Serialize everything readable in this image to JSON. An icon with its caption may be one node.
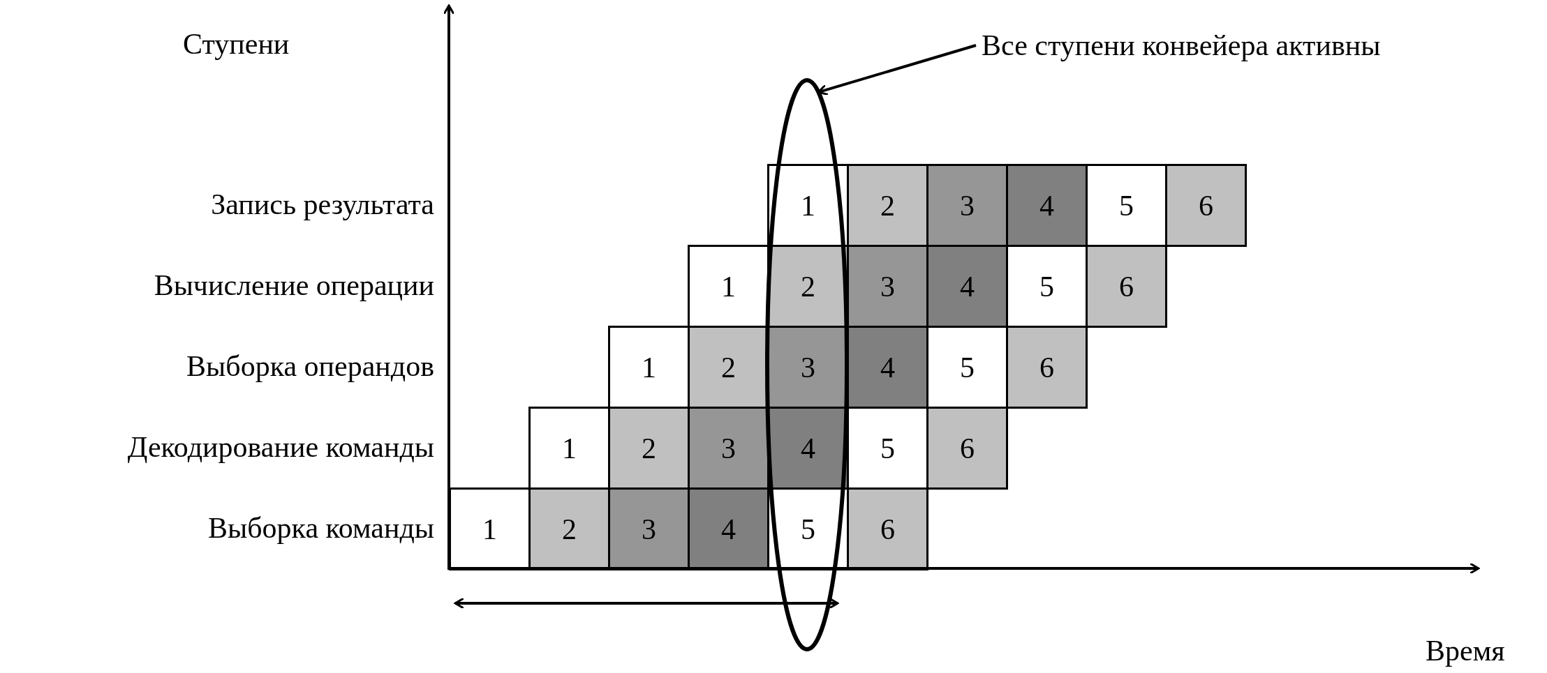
{
  "diagram": {
    "nodes": [
      {
        "text": [
          "Все ступени конвейера активны"
        ]
      },
      {
        "text": [],
        "shape": "ellipse"
      }
    ],
    "edges": [
      {
        "from": 0,
        "to": 1,
        "arrow": "to"
      }
    ],
    "labels": [
      "Ступени",
      "Запись результата",
      "1",
      "2",
      "3",
      "4",
      "5",
      "6",
      "Вычисление операции",
      "1",
      "2",
      "3",
      "4",
      "5",
      "6",
      "Выборка операндов",
      "1",
      "2",
      "3",
      "4",
      "5",
      "6",
      "Декодирование команды",
      "1",
      "2",
      "3",
      "4",
      "5",
      "6",
      "Выборка команды",
      "1",
      "2",
      "3",
      "4",
      "5",
      "6",
      "Время"
    ]
  }
}
